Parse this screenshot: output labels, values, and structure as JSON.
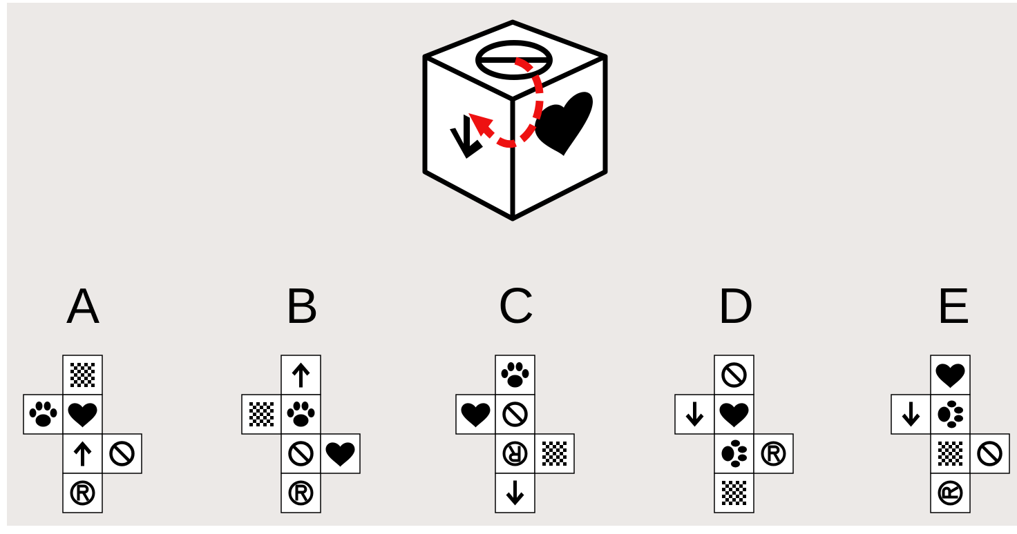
{
  "question": {
    "cube": {
      "faces": {
        "top": "prohibited-icon",
        "front-left": "arrow-down-icon",
        "front-right": "heart-icon"
      },
      "rotation_indicator": "curved-arrow",
      "colors": {
        "cube_stroke": "#000000",
        "cube_fill": "#ffffff",
        "rotation_arrow": "#ee1111"
      }
    }
  },
  "options": [
    {
      "label": "A",
      "cells": [
        {
          "symbol": "checker-icon",
          "rot": 0
        },
        {
          "symbol": "paw-icon",
          "rot": 0
        },
        {
          "symbol": "heart-icon",
          "rot": 0
        },
        {
          "symbol": "arrow-up-icon",
          "rot": 0
        },
        {
          "symbol": "prohibited-icon",
          "rot": 0
        },
        {
          "symbol": "registered-icon",
          "rot": 0
        }
      ]
    },
    {
      "label": "B",
      "cells": [
        {
          "symbol": "arrow-up-icon",
          "rot": 0
        },
        {
          "symbol": "checker-icon",
          "rot": 0
        },
        {
          "symbol": "paw-icon",
          "rot": 0
        },
        {
          "symbol": "prohibited-icon",
          "rot": 0
        },
        {
          "symbol": "heart-icon",
          "rot": 0
        },
        {
          "symbol": "registered-icon",
          "rot": 0
        }
      ]
    },
    {
      "label": "C",
      "cells": [
        {
          "symbol": "paw-icon",
          "rot": 0
        },
        {
          "symbol": "heart-icon",
          "rot": 0
        },
        {
          "symbol": "prohibited-icon",
          "rot": 0
        },
        {
          "symbol": "registered-icon",
          "rot": 180
        },
        {
          "symbol": "checker-icon",
          "rot": 0
        },
        {
          "symbol": "arrow-down-icon",
          "rot": 0
        }
      ]
    },
    {
      "label": "D",
      "cells": [
        {
          "symbol": "prohibited-icon",
          "rot": 0
        },
        {
          "symbol": "arrow-down-icon",
          "rot": 0
        },
        {
          "symbol": "heart-icon",
          "rot": 0
        },
        {
          "symbol": "paw-icon",
          "rot": 90
        },
        {
          "symbol": "registered-icon",
          "rot": 0
        },
        {
          "symbol": "checker-icon",
          "rot": 0
        }
      ]
    },
    {
      "label": "E",
      "cells": [
        {
          "symbol": "heart-icon",
          "rot": 0
        },
        {
          "symbol": "arrow-down-icon",
          "rot": 0
        },
        {
          "symbol": "paw-icon",
          "rot": 90
        },
        {
          "symbol": "checker-icon",
          "rot": 0
        },
        {
          "symbol": "prohibited-icon",
          "rot": 0
        },
        {
          "symbol": "registered-icon",
          "rot": 270
        }
      ]
    }
  ]
}
